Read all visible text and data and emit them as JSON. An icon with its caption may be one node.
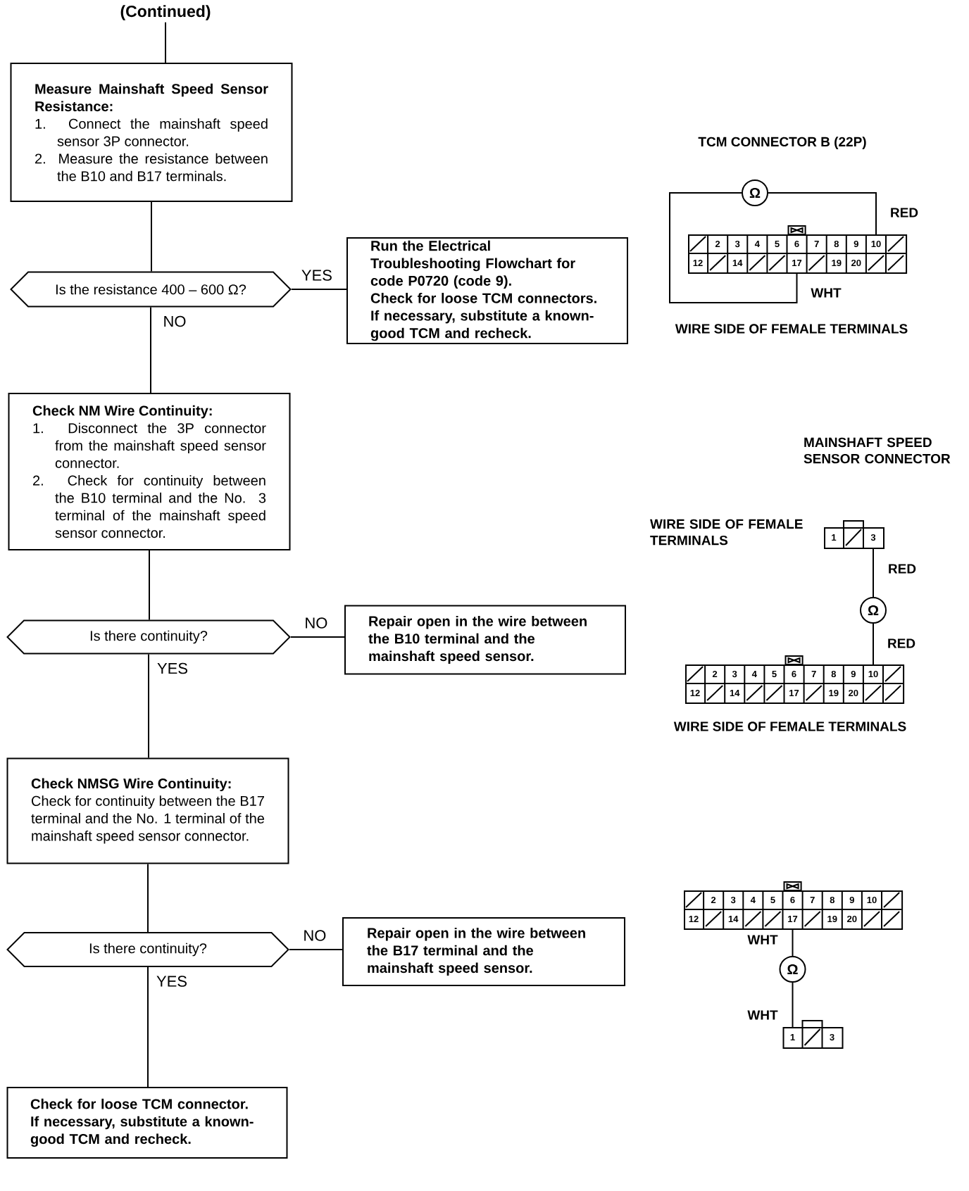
{
  "diagram": {
    "nodes": [
      {
        "text": [
          "(Continued)"
        ]
      },
      {
        "text": [
          "Measure Mainshaft Speed Sensor Resistance:",
          "1. Connect the mainshaft speed sensor 3P connector.",
          "2. Measure the resistance between the B10 and B17 terminals."
        ]
      },
      {
        "text": [
          "Is the resistance 400 – 600 Ω?"
        ]
      },
      {
        "text": [
          "Run the Electrical Troubleshooting Flowchart for code P0720 (code 9).",
          "Check for loose TCM connectors.",
          "If necessary, substitute a known-good TCM and recheck."
        ]
      },
      {
        "text": [
          "Check NM Wire Continuity:",
          "1. Disconnect the 3P connector from the mainshaft speed sensor connector.",
          "2. Check for continuity between the B10 terminal and the No. 3 terminal of the mainshaft speed sensor connector."
        ]
      },
      {
        "text": [
          "Is there continuity?"
        ]
      },
      {
        "text": [
          "Repair open in the wire between the B10 terminal and the mainshaft speed sensor."
        ]
      },
      {
        "text": [
          "Check NMSG Wire Continuity:",
          "Check for continuity between the B17 terminal and the No. 1 terminal of the mainshaft speed sensor connector."
        ]
      },
      {
        "text": [
          "Is there continuity?"
        ]
      },
      {
        "text": [
          "Repair open in the wire between the B17 terminal and the mainshaft speed sensor."
        ]
      },
      {
        "text": [
          "Check for loose TCM connector.",
          "If necessary, substitute a known-good TCM and recheck."
        ]
      },
      {
        "text": [
          "Ω"
        ]
      },
      {
        "text": [
          "2",
          "3",
          "4",
          "5",
          "6",
          "7",
          "8",
          "9",
          "10",
          "12",
          "14",
          "17",
          "19",
          "20"
        ]
      },
      {
        "text": [
          "1",
          "3"
        ]
      },
      {
        "text": [
          "Ω"
        ]
      },
      {
        "text": [
          "2",
          "3",
          "4",
          "5",
          "6",
          "7",
          "8",
          "9",
          "10",
          "12",
          "14",
          "17",
          "19",
          "20"
        ]
      },
      {
        "text": [
          "2",
          "3",
          "4",
          "5",
          "6",
          "7",
          "8",
          "9",
          "10",
          "12",
          "14",
          "17",
          "19",
          "20"
        ]
      },
      {
        "text": [
          "Ω"
        ]
      },
      {
        "text": [
          "1",
          "3"
        ]
      }
    ],
    "edges": [
      {
        "from": 0,
        "to": 1,
        "arrow": "none"
      },
      {
        "from": 1,
        "to": 2,
        "arrow": "none"
      },
      {
        "from": 2,
        "to": 3,
        "arrow": "none",
        "label": "YES"
      },
      {
        "from": 2,
        "to": 4,
        "arrow": "none",
        "label": "NO"
      },
      {
        "from": 4,
        "to": 5,
        "arrow": "none"
      },
      {
        "from": 5,
        "to": 6,
        "arrow": "none",
        "label": "NO"
      },
      {
        "from": 5,
        "to": 7,
        "arrow": "none",
        "label": "YES"
      },
      {
        "from": 7,
        "to": 8,
        "arrow": "none"
      },
      {
        "from": 8,
        "to": 9,
        "arrow": "none",
        "label": "NO"
      },
      {
        "from": 8,
        "to": 10,
        "arrow": "none",
        "label": "YES"
      },
      {
        "from": 11,
        "to": 12,
        "arrow": "none",
        "label": "RED"
      },
      {
        "from": 11,
        "to": 12,
        "arrow": "none",
        "label": "WHT"
      },
      {
        "from": 13,
        "to": 14,
        "arrow": "none",
        "label": "RED"
      },
      {
        "from": 14,
        "to": 15,
        "arrow": "none",
        "label": "RED"
      },
      {
        "from": 16,
        "to": 17,
        "arrow": "none",
        "label": "WHT"
      },
      {
        "from": 17,
        "to": 18,
        "arrow": "none",
        "label": "WHT"
      }
    ],
    "labels": [
      "TCM CONNECTOR B (22P)",
      "WIRE SIDE OF FEMALE TERMINALS",
      "MAINSHAFT SPEED SENSOR CONNECTOR",
      "WIRE SIDE OF FEMALE TERMINALS",
      "WIRE SIDE OF FEMALE TERMINALS"
    ]
  }
}
